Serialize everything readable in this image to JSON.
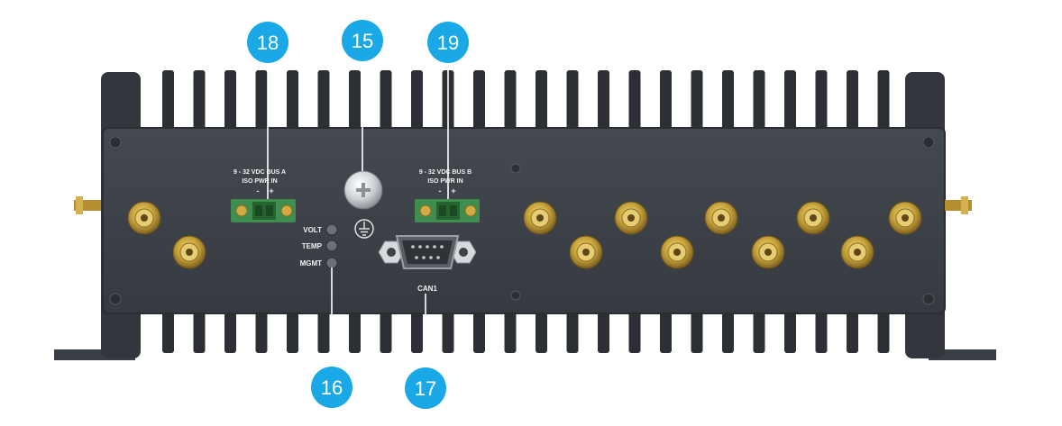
{
  "colors": {
    "chassis": "#3e434a",
    "chassis_dark": "#2a2e33",
    "fin": "#2c3035",
    "callout": "#1aa9e6",
    "brass": "#c8a43c",
    "terminal_green": "#3f8d4f"
  },
  "callouts": [
    {
      "number": "18",
      "target": "bus-a-power-terminal"
    },
    {
      "number": "15",
      "target": "ground-screw"
    },
    {
      "number": "19",
      "target": "bus-b-power-terminal"
    },
    {
      "number": "16",
      "target": "status-leds"
    },
    {
      "number": "17",
      "target": "can1-connector"
    }
  ],
  "power_a": {
    "line1": "9 - 32 VDC  BUS A",
    "line2": "ISO PWR IN",
    "minus": "-",
    "plus": "+"
  },
  "power_b": {
    "line1": "9 - 32 VDC  BUS B",
    "line2": "ISO PWR IN",
    "minus": "-",
    "plus": "+"
  },
  "leds": [
    {
      "label": "VOLT"
    },
    {
      "label": "TEMP"
    },
    {
      "label": "MGMT"
    }
  ],
  "can": {
    "label": "CAN1"
  },
  "icons": [
    "ground-symbol-icon",
    "phillips-screw-icon",
    "sma-connector-icon",
    "db9-connector-icon"
  ]
}
